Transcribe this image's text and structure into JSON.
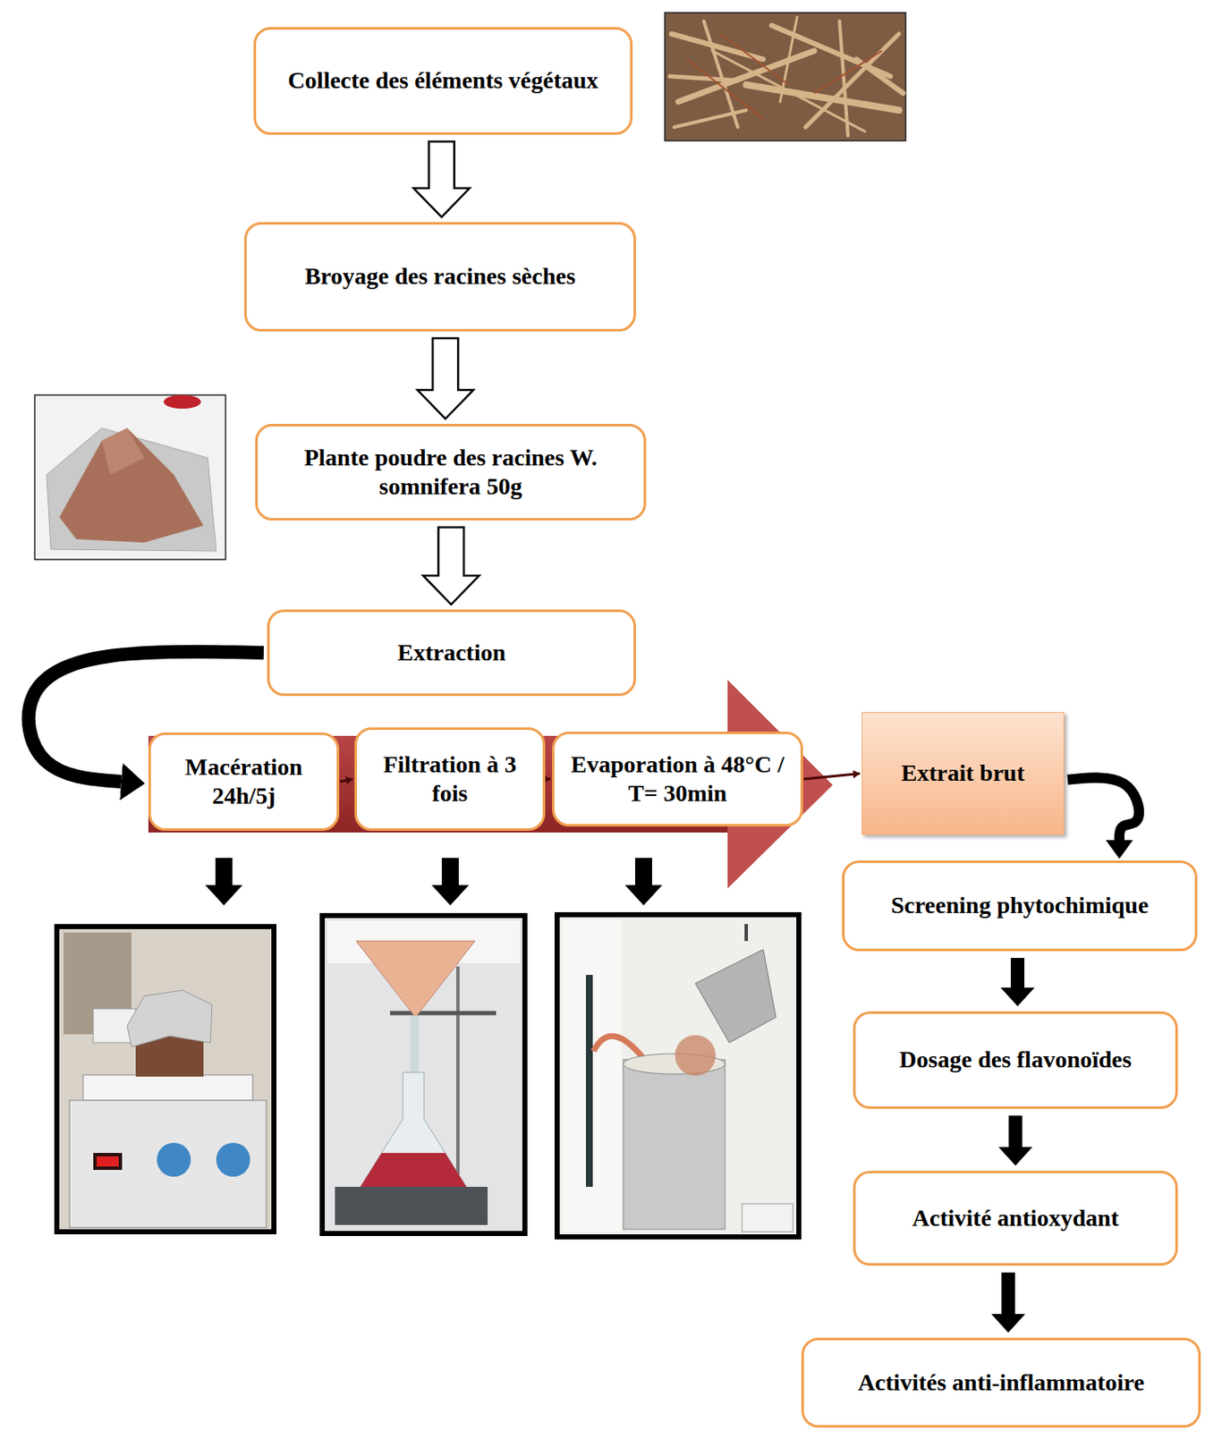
{
  "diagram": {
    "nodes": [
      {
        "text": [
          "Collecte des éléments végétaux"
        ]
      },
      {
        "text": [
          "Broyage des racines sèches"
        ]
      },
      {
        "text": [
          "Plante poudre des racines W. somnifera 50g"
        ]
      },
      {
        "text": [
          "Extraction"
        ]
      },
      {
        "text": [
          "Macération 24h/5j"
        ]
      },
      {
        "text": [
          "Filtration à 3 fois"
        ]
      },
      {
        "text": [
          "Evaporation à 48°C / T= 30min"
        ]
      },
      {
        "text": [
          "Extrait brut"
        ]
      },
      {
        "text": [
          "Screening phytochimique"
        ]
      },
      {
        "text": [
          "Dosage des flavonoïdes"
        ]
      },
      {
        "text": [
          "Activité antioxydant"
        ]
      },
      {
        "text": [
          "Activités anti-inflammatoire"
        ]
      }
    ],
    "edges": [
      {
        "from": 0,
        "to": 1,
        "arrow": "to"
      },
      {
        "from": 1,
        "to": 2,
        "arrow": "to"
      },
      {
        "from": 2,
        "to": 3,
        "arrow": "to"
      },
      {
        "from": 3,
        "to": 4,
        "arrow": "to"
      },
      {
        "from": 4,
        "to": 5,
        "arrow": "to"
      },
      {
        "from": 5,
        "to": 6,
        "arrow": "to"
      },
      {
        "from": 6,
        "to": 7,
        "arrow": "to"
      },
      {
        "from": 7,
        "to": 8,
        "arrow": "to"
      },
      {
        "from": 8,
        "to": 9,
        "arrow": "to"
      },
      {
        "from": 9,
        "to": 10,
        "arrow": "to"
      },
      {
        "from": 10,
        "to": 11,
        "arrow": "to"
      }
    ]
  }
}
